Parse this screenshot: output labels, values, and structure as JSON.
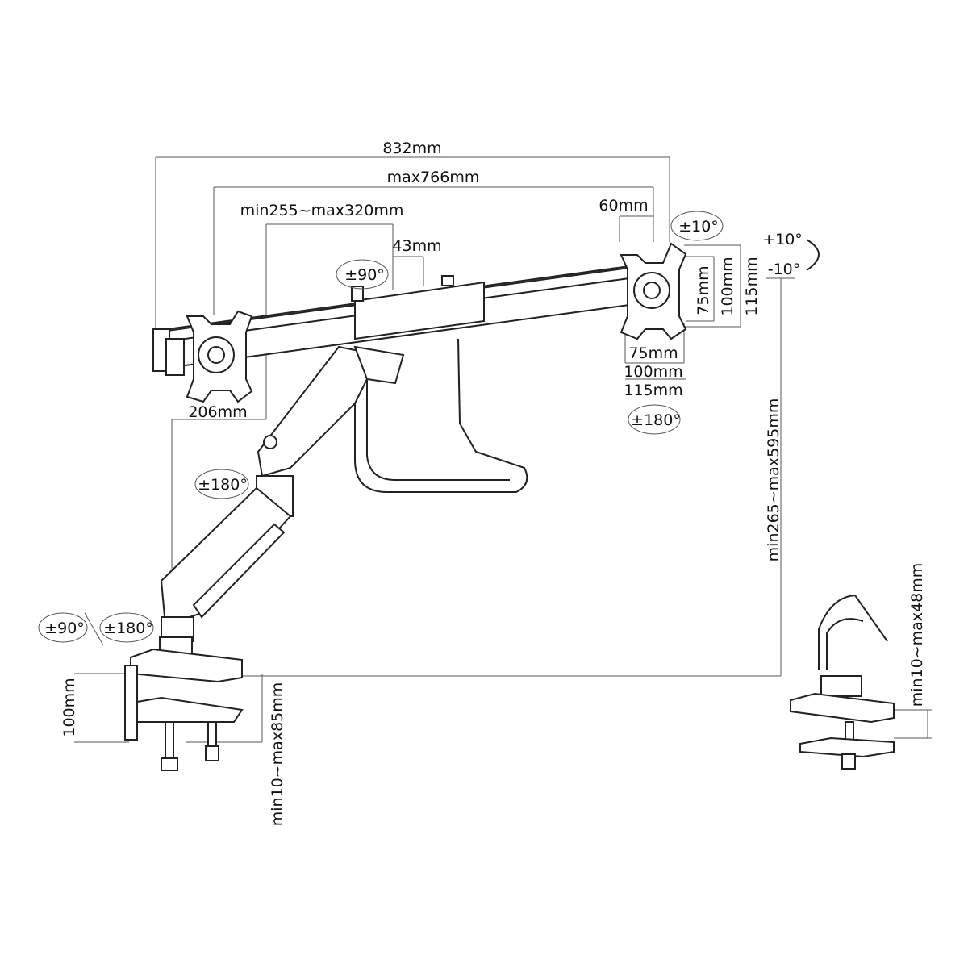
{
  "diagram": {
    "dimensions": {
      "overall_width": "832mm",
      "max_width": "max766mm",
      "monitor_spacing": "min255~max320mm",
      "center_offset": "43mm",
      "edge_offset": "60mm",
      "arm_offset": "206mm",
      "height_range": "min265~max595mm",
      "clamp_height": "100mm",
      "clamp_thickness": "min10~max85mm",
      "grommet_thickness": "min10~max48mm"
    },
    "vesa": {
      "h1": "75mm",
      "h2": "100mm",
      "h3": "115mm",
      "v1": "75mm",
      "v2": "100mm",
      "v3": "115mm"
    },
    "rotations": {
      "tilt_right": "±10°",
      "tilt_up": "+10°",
      "tilt_down": "-10°",
      "center_swivel": "±90°",
      "monitor_rotate": "±180°",
      "elbow_swivel": "±180°",
      "base_tilt": "±90°",
      "base_swivel": "±180°"
    }
  }
}
